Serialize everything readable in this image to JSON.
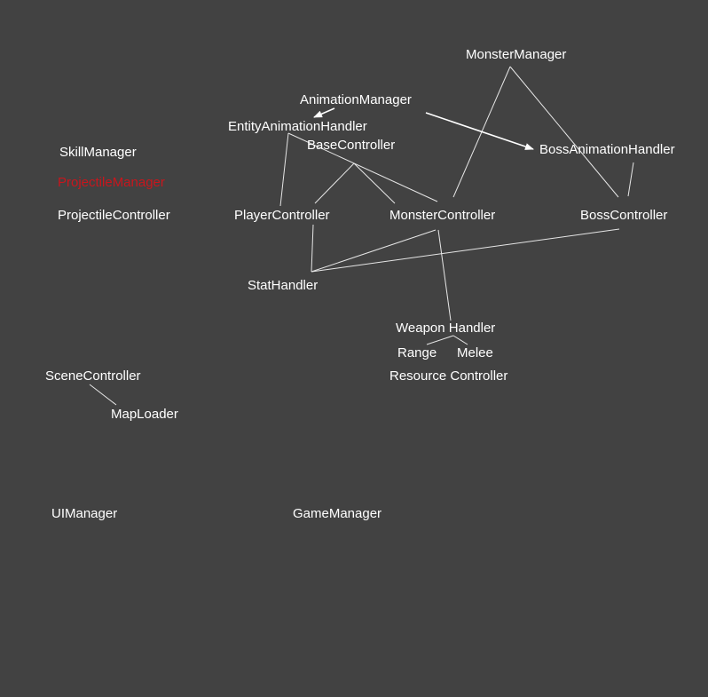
{
  "canvas": {
    "background": "#424242",
    "text_color": "#ffffff",
    "highlight_color": "#c8161d"
  },
  "nodes": {
    "monster_manager": "MonsterManager",
    "animation_manager": "AnimationManager",
    "entity_animation_handler": "EntityAnimationHandler",
    "base_controller": "BaseController",
    "boss_animation_handler": "BossAnimationHandler",
    "skill_manager": "SkillManager",
    "projectile_manager": "ProjectileManager",
    "projectile_controller": "ProjectileController",
    "player_controller": "PlayerController",
    "monster_controller": "MonsterController",
    "boss_controller": "BossController",
    "stat_handler": "StatHandler",
    "weapon_handler": "Weapon Handler",
    "range": "Range",
    "melee": "Melee",
    "resource_controller": "Resource Controller",
    "scene_controller": "SceneController",
    "map_loader": "MapLoader",
    "ui_manager": "UIManager",
    "game_manager": "GameManager"
  },
  "connections": [
    {
      "from": "MonsterManager",
      "to": "MonsterController"
    },
    {
      "from": "MonsterManager",
      "to": "BossController"
    },
    {
      "from": "AnimationManager",
      "to": "EntityAnimationHandler",
      "arrow": true
    },
    {
      "from": "AnimationManager",
      "to": "BossAnimationHandler",
      "arrow": true
    },
    {
      "from": "EntityAnimationHandler",
      "to": "PlayerController"
    },
    {
      "from": "EntityAnimationHandler",
      "to": "MonsterController"
    },
    {
      "from": "BaseController",
      "to": "PlayerController"
    },
    {
      "from": "BaseController",
      "to": "MonsterController"
    },
    {
      "from": "BossAnimationHandler",
      "to": "BossController"
    },
    {
      "from": "PlayerController",
      "to": "StatHandler"
    },
    {
      "from": "MonsterController",
      "to": "StatHandler"
    },
    {
      "from": "BossController",
      "to": "StatHandler"
    },
    {
      "from": "MonsterController",
      "to": "Weapon Handler"
    },
    {
      "from": "Weapon Handler",
      "to": "Range"
    },
    {
      "from": "Weapon Handler",
      "to": "Melee"
    },
    {
      "from": "SceneController",
      "to": "MapLoader"
    }
  ]
}
